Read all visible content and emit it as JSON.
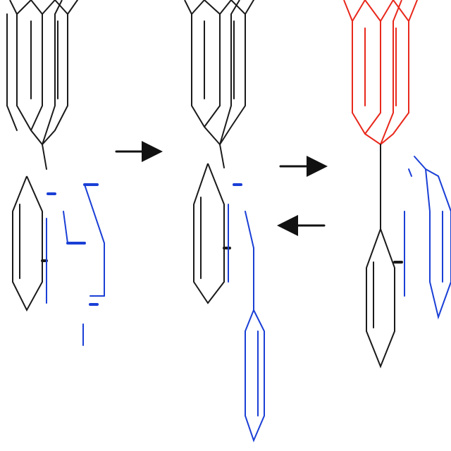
{
  "colors": {
    "bond": "#1a1a1a",
    "nitrogen_fragment": "#1a3fd6",
    "anthracene_highlight": "#e8281c",
    "arrow": "#111111",
    "background": "#ffffff"
  },
  "scheme": {
    "structures": [
      {
        "id": "reactant",
        "anthracene_color": "bond",
        "fragment_color": "nitrogen_fragment"
      },
      {
        "id": "intermediate",
        "anthracene_color": "bond",
        "fragment_color": "nitrogen_fragment"
      },
      {
        "id": "product",
        "anthracene_color": "anthracene_highlight",
        "fragment_color": "nitrogen_fragment"
      }
    ],
    "arrows": [
      {
        "id": "forward-arrow-1",
        "direction": "right"
      },
      {
        "id": "forward-arrow-2",
        "direction": "right"
      },
      {
        "id": "reverse-arrow",
        "direction": "left"
      }
    ]
  }
}
